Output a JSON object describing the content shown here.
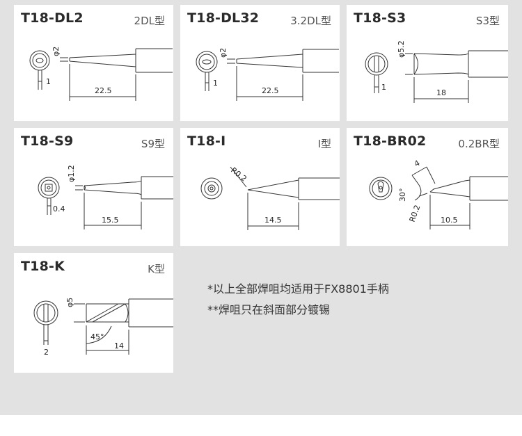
{
  "cards": [
    {
      "title": "T18-DL2",
      "type": "2DL型",
      "dims": [
        "φ2",
        "1",
        "22.5"
      ]
    },
    {
      "title": "T18-DL32",
      "type": "3.2DL型",
      "dims": [
        "φ2",
        "1",
        "22.5"
      ]
    },
    {
      "title": "T18-S3",
      "type": "S3型",
      "dims": [
        "φ5.2",
        "1",
        "18"
      ]
    },
    {
      "title": "T18-S9",
      "type": "S9型",
      "dims": [
        "φ1.2",
        "0.4",
        "15.5"
      ]
    },
    {
      "title": "T18-I",
      "type": "I型",
      "dims": [
        "R0.2",
        "14.5"
      ]
    },
    {
      "title": "T18-BR02",
      "type": "0.2BR型",
      "dims": [
        "4",
        "30°",
        "R0.2",
        "10.5"
      ]
    },
    {
      "title": "T18-K",
      "type": "K型",
      "dims": [
        "φ5",
        "45°",
        "2",
        "14"
      ]
    }
  ],
  "notes": [
    "*以上全部焊咀均适用于FX8801手柄",
    "**焊咀只在斜面部分镀锡"
  ]
}
